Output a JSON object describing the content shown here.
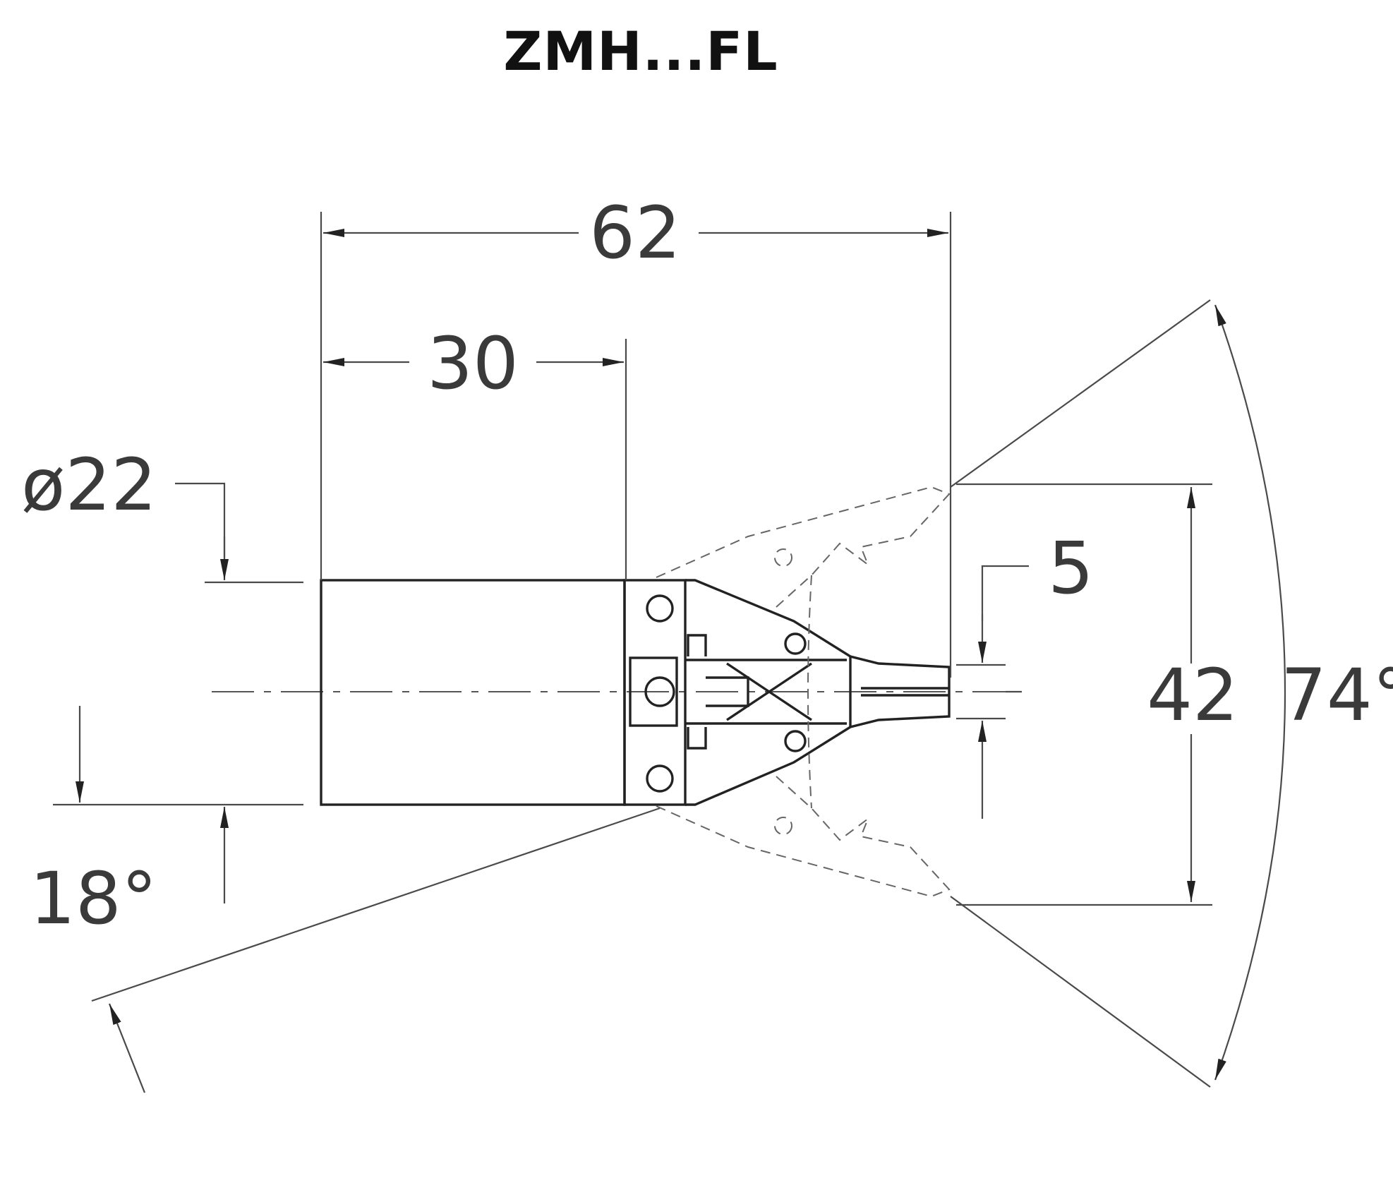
{
  "title": "ZMH...FL",
  "dimensions": {
    "overall_length": "62",
    "body_length": "30",
    "diameter": "ø22",
    "open_angle": "74°",
    "lower_angle": "18°",
    "open_width": "42",
    "jaw_gap": "5"
  }
}
